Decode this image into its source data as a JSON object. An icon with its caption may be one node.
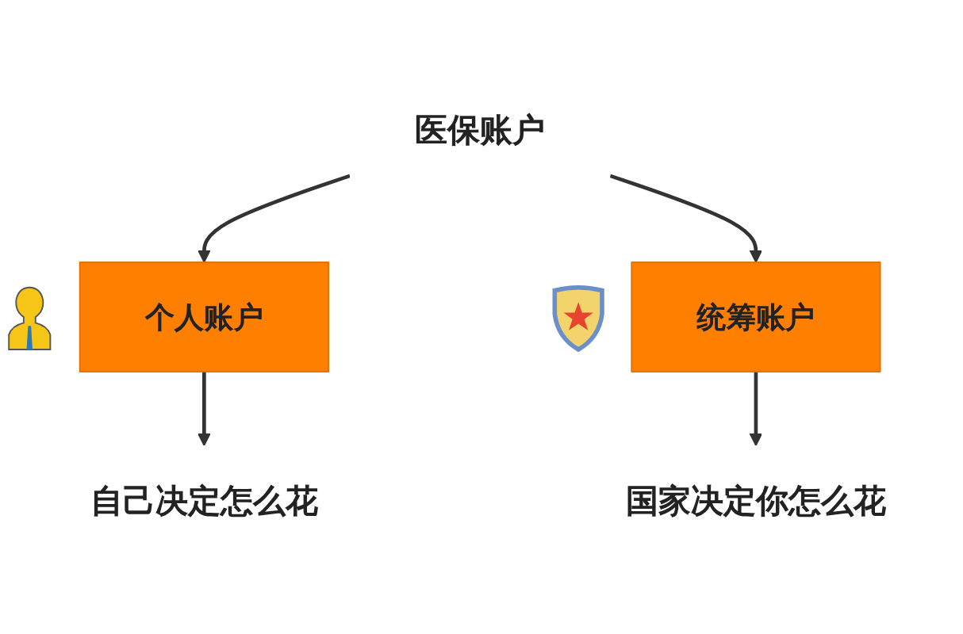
{
  "diagram": {
    "nodes": [
      {
        "text": [
          "医保账户"
        ]
      },
      {
        "text": [
          "个人账户"
        ]
      },
      {
        "text": [
          "统筹账户"
        ]
      },
      {
        "text": [
          "自己决定怎么花"
        ]
      },
      {
        "text": [
          "国家决定你怎么花"
        ]
      }
    ],
    "edges": [
      {
        "from": 0,
        "to": 1,
        "arrow": "to"
      },
      {
        "from": 0,
        "to": 2,
        "arrow": "to"
      },
      {
        "from": 1,
        "to": 3,
        "arrow": "to"
      },
      {
        "from": 2,
        "to": 4,
        "arrow": "to"
      }
    ]
  }
}
